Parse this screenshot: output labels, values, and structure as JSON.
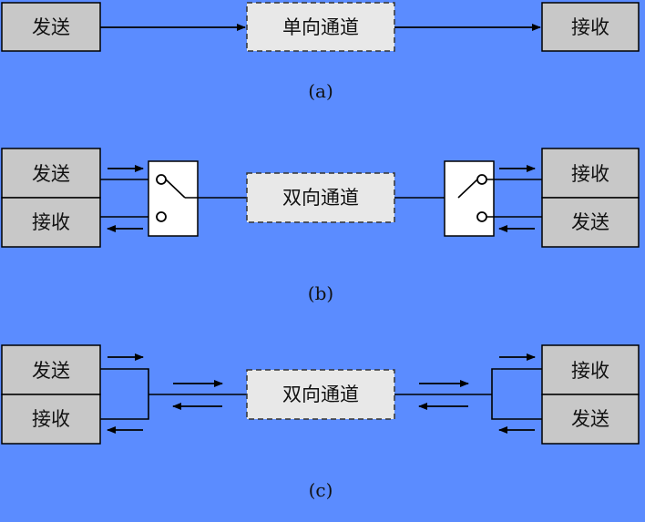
{
  "panel_a": {
    "send": "发送",
    "channel": "单向通道",
    "receive": "接收",
    "caption": "(a)"
  },
  "panel_b": {
    "left_top": "发送",
    "left_bottom": "接收",
    "channel": "双向通道",
    "right_top": "接收",
    "right_bottom": "发送",
    "caption": "(b)"
  },
  "panel_c": {
    "left_top": "发送",
    "left_bottom": "接收",
    "channel": "双向通道",
    "right_top": "接收",
    "right_bottom": "发送",
    "caption": "(c)"
  },
  "colors": {
    "background": "#5b8cff",
    "box_fill": "#c8c8c8",
    "channel_fill": "#e8e8e8"
  }
}
